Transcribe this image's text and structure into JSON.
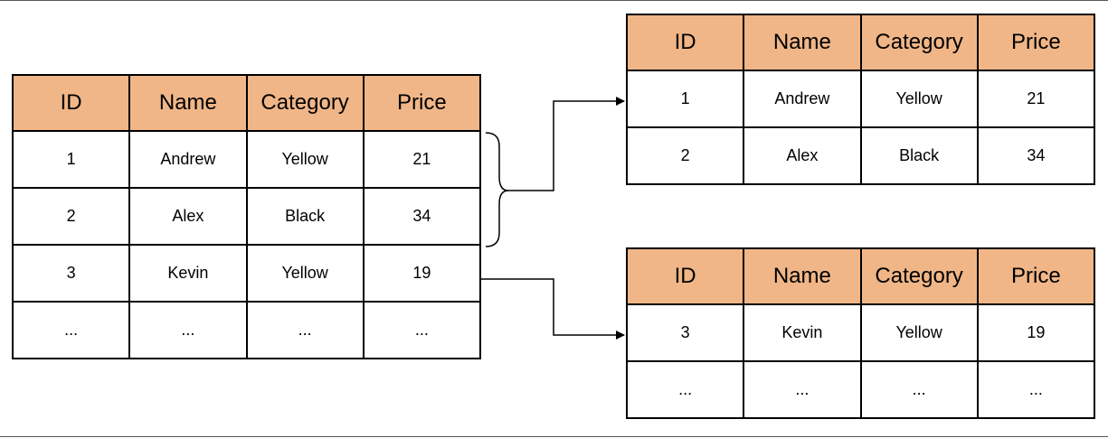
{
  "columns": [
    "ID",
    "Name",
    "Category",
    "Price"
  ],
  "source_table": {
    "rows": [
      [
        "1",
        "Andrew",
        "Yellow",
        "21"
      ],
      [
        "2",
        "Alex",
        "Black",
        "34"
      ],
      [
        "3",
        "Kevin",
        "Yellow",
        "19"
      ],
      [
        "...",
        "...",
        "...",
        "..."
      ]
    ]
  },
  "target_table_top": {
    "rows": [
      [
        "1",
        "Andrew",
        "Yellow",
        "21"
      ],
      [
        "2",
        "Alex",
        "Black",
        "34"
      ]
    ]
  },
  "target_table_bottom": {
    "rows": [
      [
        "3",
        "Kevin",
        "Yellow",
        "19"
      ],
      [
        "...",
        "...",
        "...",
        "..."
      ]
    ]
  }
}
